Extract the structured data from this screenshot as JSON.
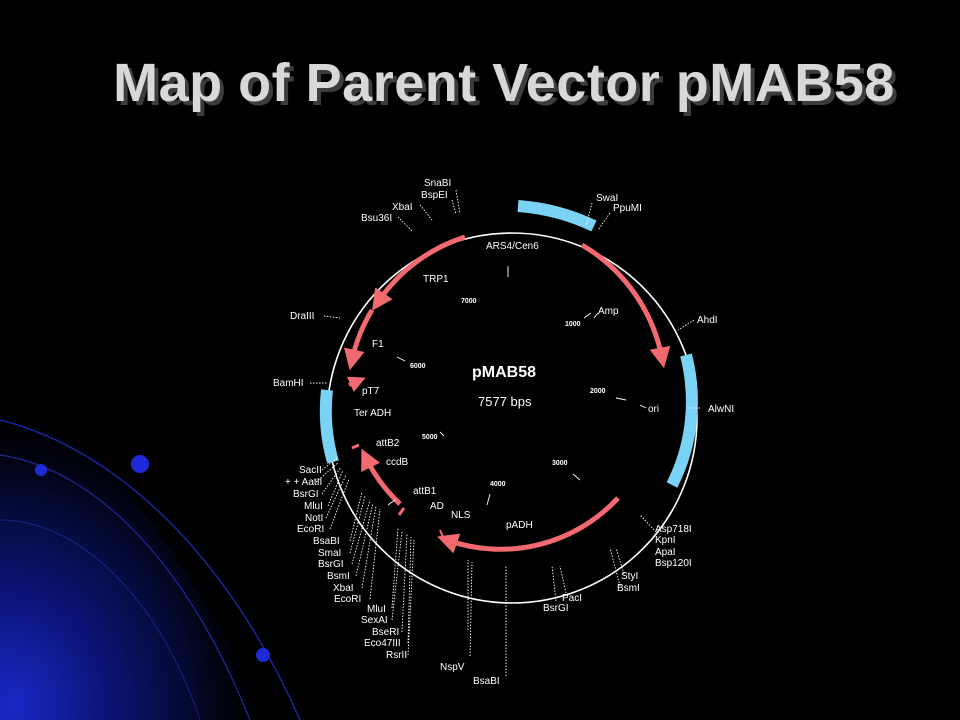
{
  "slide": {
    "title": "Map of Parent Vector pMAB58"
  },
  "plasmid": {
    "name": "pMAB58",
    "size_label": "7577 bps",
    "ticks": [
      "1000",
      "2000",
      "3000",
      "4000",
      "5000",
      "6000",
      "7000"
    ]
  },
  "features": [
    "ARS4/Cen6",
    "Amp",
    "ori",
    "pADH",
    "NLS",
    "AD",
    "attB1",
    "ccdB",
    "attB2",
    "Ter ADH",
    "pT7",
    "F1",
    "TRP1"
  ],
  "sites": [
    "SnaBI",
    "BspEI",
    "XbaI",
    "Bsu36I",
    "SwaI",
    "PpuMI",
    "AhdI",
    "AlwNI",
    "DraIII",
    "BamHI",
    "SacII",
    "+ + AatII",
    "BsrGI",
    "MluI",
    "NotI",
    "EcoRI",
    "BsaBI",
    "SmaI",
    "BsrGI",
    "BsmI",
    "XbaI",
    "EcoRI",
    "MluI",
    "SexAI",
    "BseRI",
    "Eco47III",
    "RsrII",
    "NspV",
    "BsaBI",
    "BsrGI",
    "PacI",
    "StyI",
    "BsmI",
    "Asp718I",
    "KpnI",
    "ApaI",
    "Bsp120I"
  ],
  "colors": {
    "backbone": "#ffffff",
    "marker": "#7ad3f5",
    "arrow": "#f26a6f",
    "title": "#d8d8d8"
  }
}
